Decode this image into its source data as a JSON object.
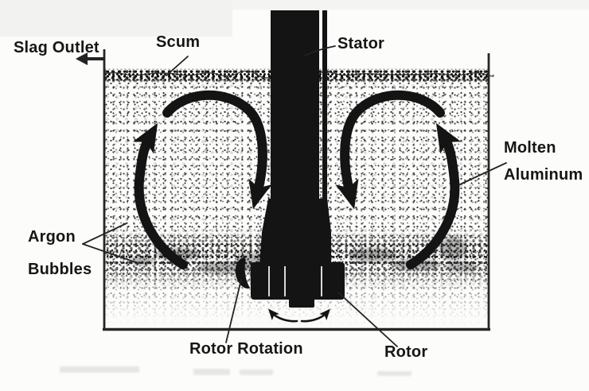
{
  "diagram": {
    "labels": {
      "slag_outlet": "Slag Outlet",
      "scum": "Scum",
      "stator": "Stator",
      "molten_aluminum": {
        "line1": "Molten",
        "line2": "Aluminum"
      },
      "argon_bubbles": {
        "line1": "Argon",
        "line2": "Bubbles"
      },
      "rotor_rotation": "Rotor Rotation",
      "rotor": "Rotor"
    },
    "colors": {
      "ink": "#141414",
      "label_text": "#161616",
      "wall_line": "#262626",
      "paper": "#fcfcfb"
    }
  }
}
